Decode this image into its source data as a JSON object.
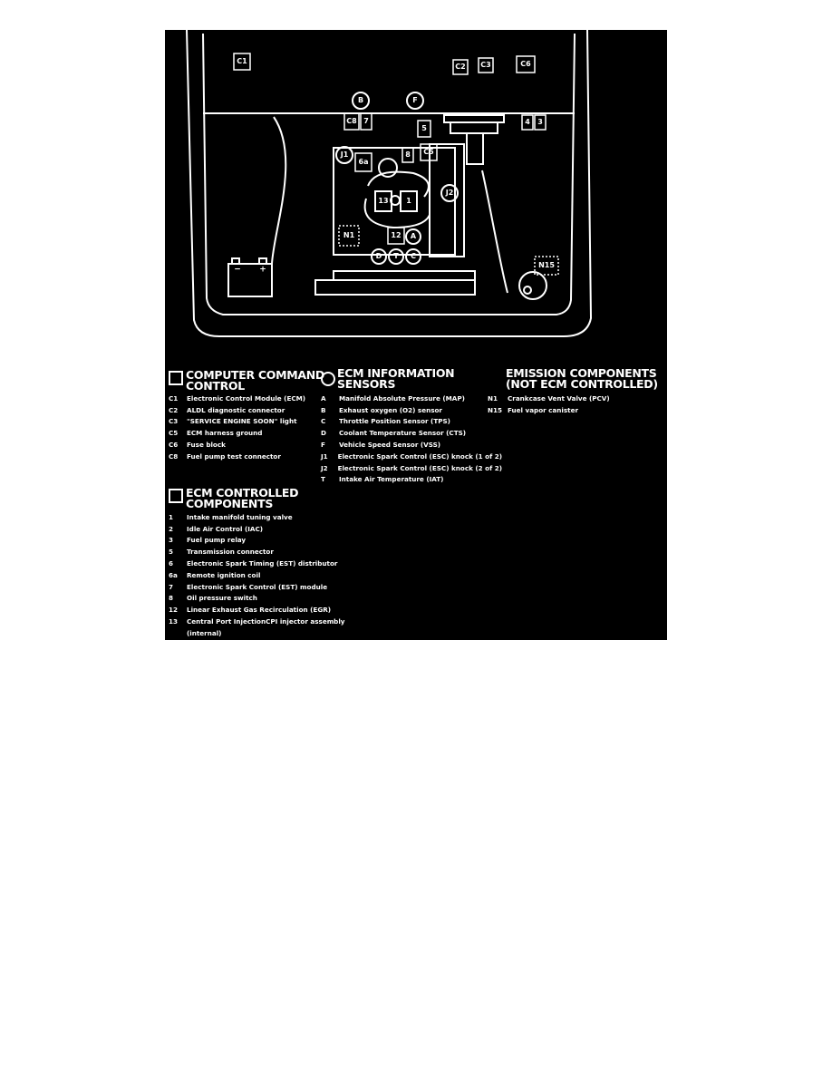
{
  "diagram": {
    "labels": {
      "c1": "C1",
      "c2": "C2",
      "c3": "C3",
      "c6": "C6",
      "b": "B",
      "f": "F",
      "c8": "C8",
      "seven": "7",
      "five": "5",
      "four": "4",
      "three": "3",
      "j1": "J1",
      "six_a": "6a",
      "eight": "8",
      "c5": "C5",
      "thirteen": "13",
      "one": "1",
      "j2": "J2",
      "n1": "N1",
      "twelve": "12",
      "a": "A",
      "d": "D",
      "t": "T",
      "c": "C",
      "n15": "N15",
      "battery_minus": "−",
      "battery_plus": "+"
    }
  },
  "legend": {
    "computer_command_control": {
      "title_line1": "COMPUTER COMMAND",
      "title_line2": "CONTROL",
      "items": [
        {
          "code": "C1",
          "text": "Electronic Control Module (ECM)"
        },
        {
          "code": "C2",
          "text": "ALDL diagnostic connector"
        },
        {
          "code": "C3",
          "text": "\"SERVICE ENGINE SOON\" light"
        },
        {
          "code": "C5",
          "text": "ECM harness ground"
        },
        {
          "code": "C6",
          "text": "Fuse block"
        },
        {
          "code": "C8",
          "text": "Fuel pump test connector"
        }
      ]
    },
    "ecm_controlled_components": {
      "title_line1": "ECM CONTROLLED",
      "title_line2": "COMPONENTS",
      "items": [
        {
          "code": "1",
          "text": "Intake manifold tuning valve"
        },
        {
          "code": "2",
          "text": "Idle Air Control (IAC)"
        },
        {
          "code": "3",
          "text": "Fuel pump relay"
        },
        {
          "code": "5",
          "text": "Transmission connector"
        },
        {
          "code": "6",
          "text": "Electronic Spark Timing (EST) distributor"
        },
        {
          "code": "6a",
          "text": "Remote ignition coil"
        },
        {
          "code": "7",
          "text": "Electronic Spark Control (EST) module"
        },
        {
          "code": "8",
          "text": "Oil pressure switch"
        },
        {
          "code": "12",
          "text": "Linear Exhaust Gas Recirculation (EGR)"
        },
        {
          "code": "13",
          "text": "Central Port InjectionCPI injector assembly"
        },
        {
          "code": "",
          "text": "(internal)"
        }
      ]
    },
    "ecm_information_sensors": {
      "title_line1": "ECM INFORMATION",
      "title_line2": "SENSORS",
      "items": [
        {
          "code": "A",
          "text": "Manifold Absolute Pressure (MAP)"
        },
        {
          "code": "B",
          "text": "Exhaust oxygen (O2) sensor"
        },
        {
          "code": "C",
          "text": "Throttle Position Sensor (TPS)"
        },
        {
          "code": "D",
          "text": "Coolant Temperature Sensor (CTS)"
        },
        {
          "code": "F",
          "text": "Vehicle Speed Sensor (VSS)"
        },
        {
          "code": "J1",
          "text": "Electronic Spark Control (ESC) knock (1 of 2)"
        },
        {
          "code": "J2",
          "text": "Electronic Spark Control (ESC) knock (2 of 2)"
        },
        {
          "code": "T",
          "text": "Intake Air Temperature (IAT)"
        }
      ]
    },
    "emission_components": {
      "title_line1": "EMISSION COMPONENTS",
      "title_line2": "(NOT ECM CONTROLLED)",
      "items": [
        {
          "code": "N1",
          "text": "Crankcase Vent Valve (PCV)"
        },
        {
          "code": "N15",
          "text": "Fuel vapor canister"
        }
      ]
    }
  }
}
